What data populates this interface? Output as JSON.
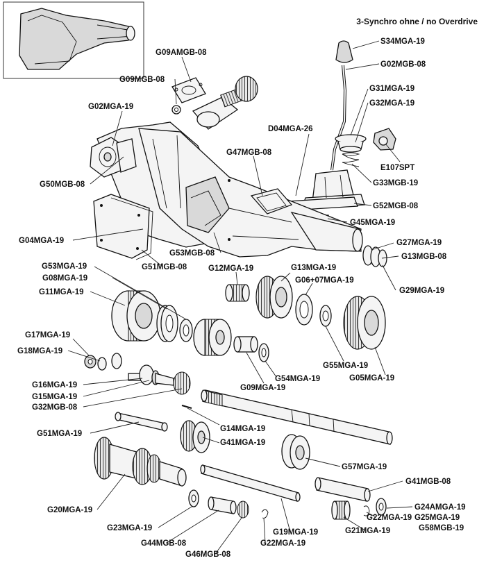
{
  "header": "3-Synchro ohne / no Overdrive",
  "labels": {
    "S34MGA19": "S34MGA-19",
    "G02MGB08": "G02MGB-08",
    "G09AMGB08": "G09AMGB-08",
    "G09MGB08": "G09MGB-08",
    "G02MGA19": "G02MGA-19",
    "G31MGA19": "G31MGA-19",
    "G32MGA19": "G32MGA-19",
    "D04MGA26": "D04MGA-26",
    "E107SPT": "E107SPT",
    "G47MGB08": "G47MGB-08",
    "G50MGB08": "G50MGB-08",
    "G33MGB19": "G33MGB-19",
    "G52MGB08": "G52MGB-08",
    "G45MGA19": "G45MGA-19",
    "G04MGA19": "G04MGA-19",
    "G53MGB08": "G53MGB-08",
    "G27MGA19": "G27MGA-19",
    "G13MGB08": "G13MGB-08",
    "G51MGB08": "G51MGB-08",
    "G53MGA19": "G53MGA-19",
    "G12MGA19": "G12MGA-19",
    "G13MGA19": "G13MGA-19",
    "G08MGA19": "G08MGA-19",
    "G0607MGA19": "G06+07MGA-19",
    "G29MGA19": "G29MGA-19",
    "G11MGA19": "G11MGA-19",
    "G17MGA19": "G17MGA-19",
    "G18MGA19": "G18MGA-19",
    "G55MGA19": "G55MGA-19",
    "G54MGA19": "G54MGA-19",
    "G05MGA19": "G05MGA-19",
    "G16MGA19": "G16MGA-19",
    "G15MGA19": "G15MGA-19",
    "G09MGA19": "G09MGA-19",
    "G32MGB08": "G32MGB-08",
    "G14MGA19": "G14MGA-19",
    "G51MGA19": "G51MGA-19",
    "G41MGA19": "G41MGA-19",
    "G57MGA19": "G57MGA-19",
    "G41MGB08": "G41MGB-08",
    "G20MGA19": "G20MGA-19",
    "G24AMGA19": "G24AMGA-19",
    "G25MGA19": "G25MGA-19",
    "G58MGB19": "G58MGB-19",
    "G23MGA19": "G23MGA-19",
    "G22MGA19a": "G22MGA-19",
    "G44MGB08": "G44MGB-08",
    "G19MGA19": "G19MGA-19",
    "G21MGA19": "G21MGA-19",
    "G46MGB08": "G46MGB-08",
    "G22MGA19b": "G22MGA-19"
  }
}
